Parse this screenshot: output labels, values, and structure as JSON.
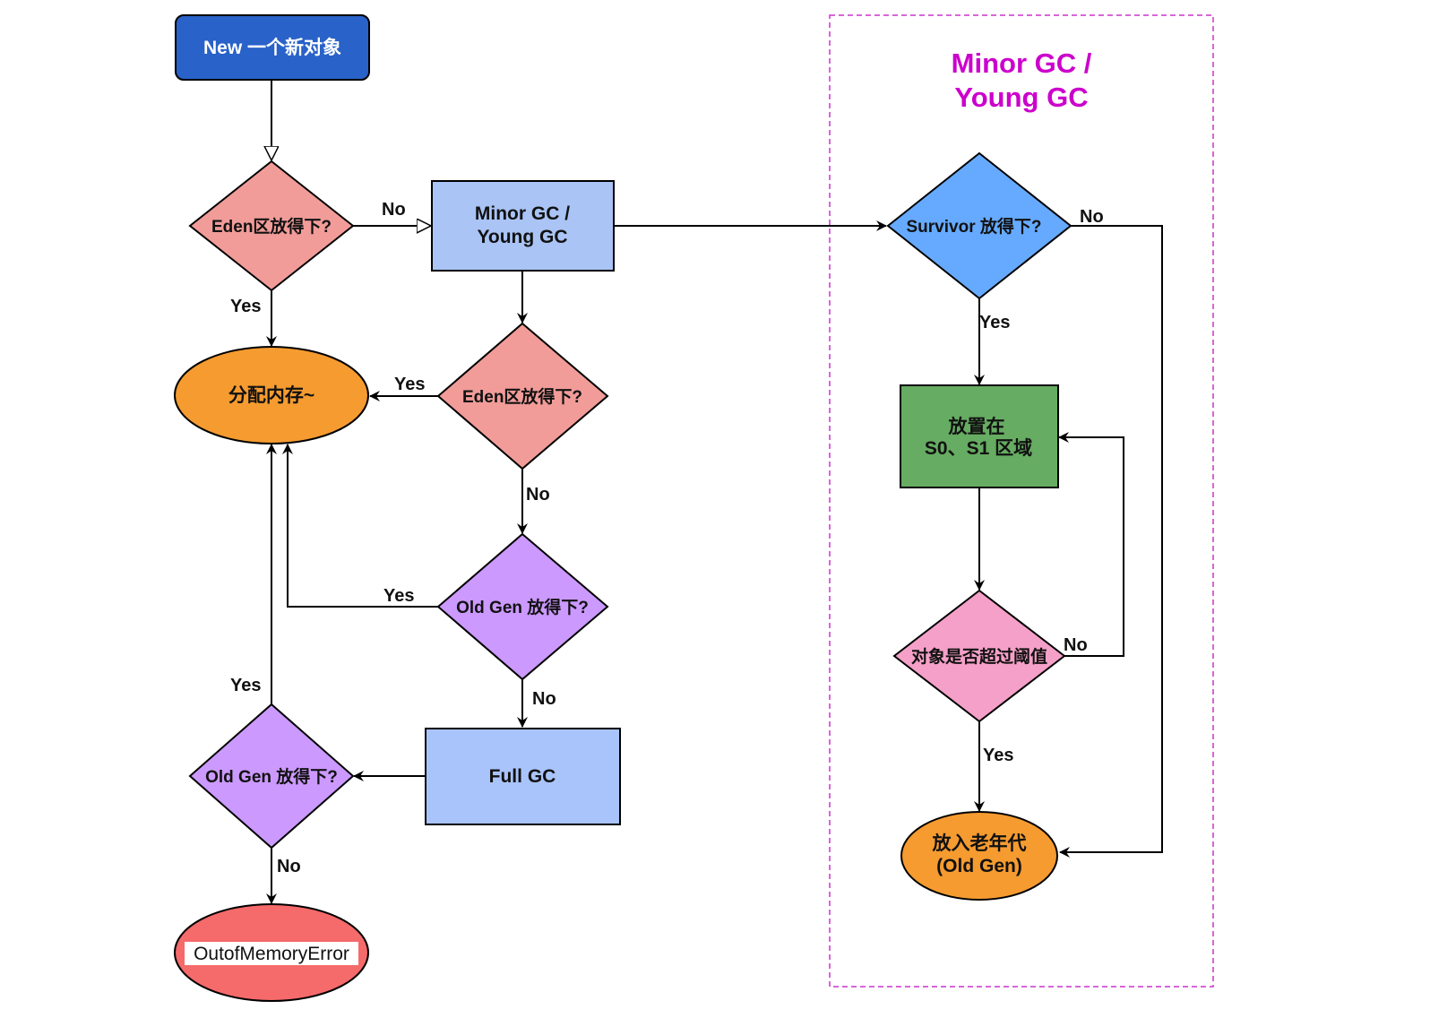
{
  "nodes": {
    "new_object": "New 一个新对象",
    "eden_check_1": "Eden区放得下?",
    "minor_gc": [
      "Minor GC /",
      "Young GC"
    ],
    "allocate_memory": "分配内存~",
    "eden_check_2": "Eden区放得下?",
    "old_gen_check_1": "Old Gen 放得下?",
    "full_gc": "Full GC",
    "old_gen_check_2": "Old Gen 放得下?",
    "oom": "OutofMemoryError",
    "survivor_check": "Survivor 放得下?",
    "place_s0_s1": [
      "放置在",
      "S0、S1 区域"
    ],
    "threshold_check": "对象是否超过阈值",
    "to_old_gen": [
      "放入老年代",
      "(Old Gen)"
    ]
  },
  "region": {
    "title": [
      "Minor GC /",
      "Young GC"
    ]
  },
  "edges": {
    "eden1_no": "No",
    "eden1_yes": "Yes",
    "eden2_yes": "Yes",
    "eden2_no": "No",
    "oldgen1_yes": "Yes",
    "oldgen1_no": "No",
    "oldgen2_yes": "Yes",
    "oldgen2_no": "No",
    "survivor_yes": "Yes",
    "survivor_no": "No",
    "threshold_no": "No",
    "threshold_yes": "Yes"
  },
  "colors": {
    "new_object": "#2962c8",
    "eden_diamond": "#f19c99",
    "minor_gc_box": "#a9c4f5",
    "allocate_ellipse": "#f59b30",
    "old_gen_diamond": "#cc99ff",
    "full_gc_box": "#a9c4fb",
    "oom_ellipse": "#f56a6a",
    "survivor_diamond": "#66aaff",
    "place_box": "#66ac62",
    "threshold_diamond": "#f5a0c8",
    "to_old_gen_ellipse": "#f59b30",
    "region_border": "#cc33cc",
    "region_title": "#cc00cc"
  }
}
